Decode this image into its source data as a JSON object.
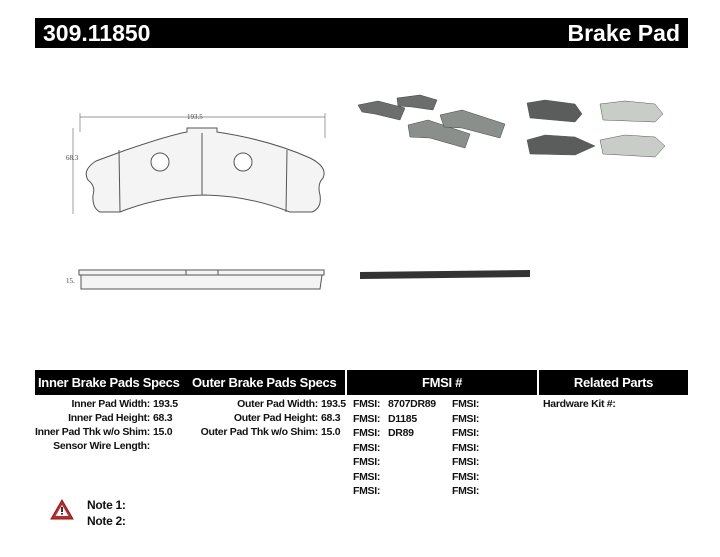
{
  "header": {
    "part_number": "309.11850",
    "product_type": "Brake Pad"
  },
  "drawing": {
    "width_dim": "193.5",
    "height_dim": "68.3",
    "thickness_dim": "15."
  },
  "table": {
    "headers": {
      "inner": "Inner Brake Pads Specs",
      "outer": "Outer Brake Pads Specs",
      "fmsi": "FMSI #",
      "related": "Related Parts"
    },
    "inner": [
      {
        "label": "Inner Pad Width:",
        "value": "193.5"
      },
      {
        "label": "Inner Pad Height:",
        "value": "68.3"
      },
      {
        "label": "Inner Pad Thk w/o Shim:",
        "value": "15.0"
      },
      {
        "label": "Sensor Wire Length:",
        "value": ""
      }
    ],
    "outer": [
      {
        "label": "Outer Pad Width:",
        "value": "193.5"
      },
      {
        "label": "Outer Pad Height:",
        "value": "68.3"
      },
      {
        "label": "Outer Pad Thk w/o Shim:",
        "value": "15.0"
      }
    ],
    "fmsi_col1": [
      {
        "label": "FMSI:",
        "value": "8707DR89"
      },
      {
        "label": "FMSI:",
        "value": "D1185"
      },
      {
        "label": "FMSI:",
        "value": "DR89"
      },
      {
        "label": "FMSI:",
        "value": ""
      },
      {
        "label": "FMSI:",
        "value": ""
      },
      {
        "label": "FMSI:",
        "value": ""
      },
      {
        "label": "FMSI:",
        "value": ""
      }
    ],
    "fmsi_col2": [
      "FMSI:",
      "FMSI:",
      "FMSI:",
      "FMSI:",
      "FMSI:",
      "FMSI:",
      "FMSI:"
    ],
    "related": [
      {
        "label": "Hardware Kit #:",
        "value": ""
      }
    ]
  },
  "notes": {
    "icon": "warning-icon",
    "note1": "Note 1:",
    "note2": "Note 2:"
  }
}
